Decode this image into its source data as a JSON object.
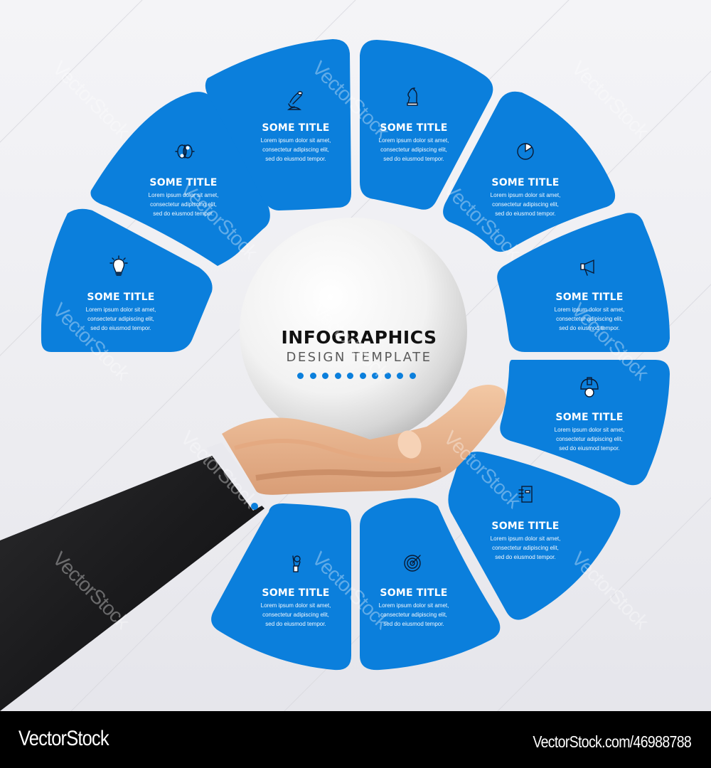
{
  "colors": {
    "segment": "#0b7fdc",
    "background": "#efeff3",
    "icon_stroke": "#0a1a33",
    "text_on_segment": "#ffffff",
    "dots": "#0b7fdc",
    "footer_bg": "#000000"
  },
  "center": {
    "title": "INFOGRAPHICS",
    "subtitle": "DESIGN TEMPLATE",
    "dot_count": 10
  },
  "segments": [
    {
      "id": 1,
      "position": "left",
      "icon": "lightbulb-icon",
      "title": "SOME TITLE",
      "body": [
        "Lorem ipsum dolor sit amet,",
        "consectetur adipiscing elit,",
        "sed do eiusmod tempor."
      ]
    },
    {
      "id": 2,
      "position": "upper-left",
      "icon": "brain-icon",
      "title": "SOME TITLE",
      "body": [
        "Lorem ipsum dolor sit amet,",
        "consectetur adipiscing elit,",
        "sed do eiusmod tempor."
      ]
    },
    {
      "id": 3,
      "position": "top-left",
      "icon": "microscope-icon",
      "title": "SOME TITLE",
      "body": [
        "Lorem ipsum dolor sit amet,",
        "consectetur adipiscing elit,",
        "sed do eiusmod tempor."
      ]
    },
    {
      "id": 4,
      "position": "top-right",
      "icon": "chess-knight-icon",
      "title": "SOME TITLE",
      "body": [
        "Lorem ipsum dolor sit amet,",
        "consectetur adipiscing elit,",
        "sed do eiusmod tempor."
      ]
    },
    {
      "id": 5,
      "position": "upper-right",
      "icon": "clock-pie-icon",
      "title": "SOME TITLE",
      "body": [
        "Lorem ipsum dolor sit amet,",
        "consectetur adipiscing elit,",
        "sed do eiusmod tempor."
      ]
    },
    {
      "id": 6,
      "position": "right-upper",
      "icon": "megaphone-icon",
      "title": "SOME TITLE",
      "body": [
        "Lorem ipsum dolor sit amet,",
        "consectetur adipiscing elit,",
        "sed do eiusmod tempor."
      ]
    },
    {
      "id": 7,
      "position": "right-lower",
      "icon": "hardhat-gear-icon",
      "title": "SOME TITLE",
      "body": [
        "Lorem ipsum dolor sit amet,",
        "consectetur adipiscing elit,",
        "sed do eiusmod tempor."
      ]
    },
    {
      "id": 8,
      "position": "lower-right",
      "icon": "notebook-icon",
      "title": "SOME TITLE",
      "body": [
        "Lorem ipsum dolor sit amet,",
        "consectetur adipiscing elit,",
        "sed do eiusmod tempor."
      ]
    },
    {
      "id": 9,
      "position": "bottom-right",
      "icon": "target-dart-icon",
      "title": "SOME TITLE",
      "body": [
        "Lorem ipsum dolor sit amet,",
        "consectetur adipiscing elit,",
        "sed do eiusmod tempor."
      ]
    },
    {
      "id": 10,
      "position": "bottom-left",
      "icon": "ok-hand-icon",
      "title": "SOME TITLE",
      "body": [
        "Lorem ipsum dolor sit amet,",
        "consectetur adipiscing elit,",
        "sed do eiusmod tempor."
      ]
    }
  ],
  "footer": {
    "brand": "VectorStock",
    "url": "VectorStock.com/46988788"
  },
  "watermark": "VectorStock"
}
